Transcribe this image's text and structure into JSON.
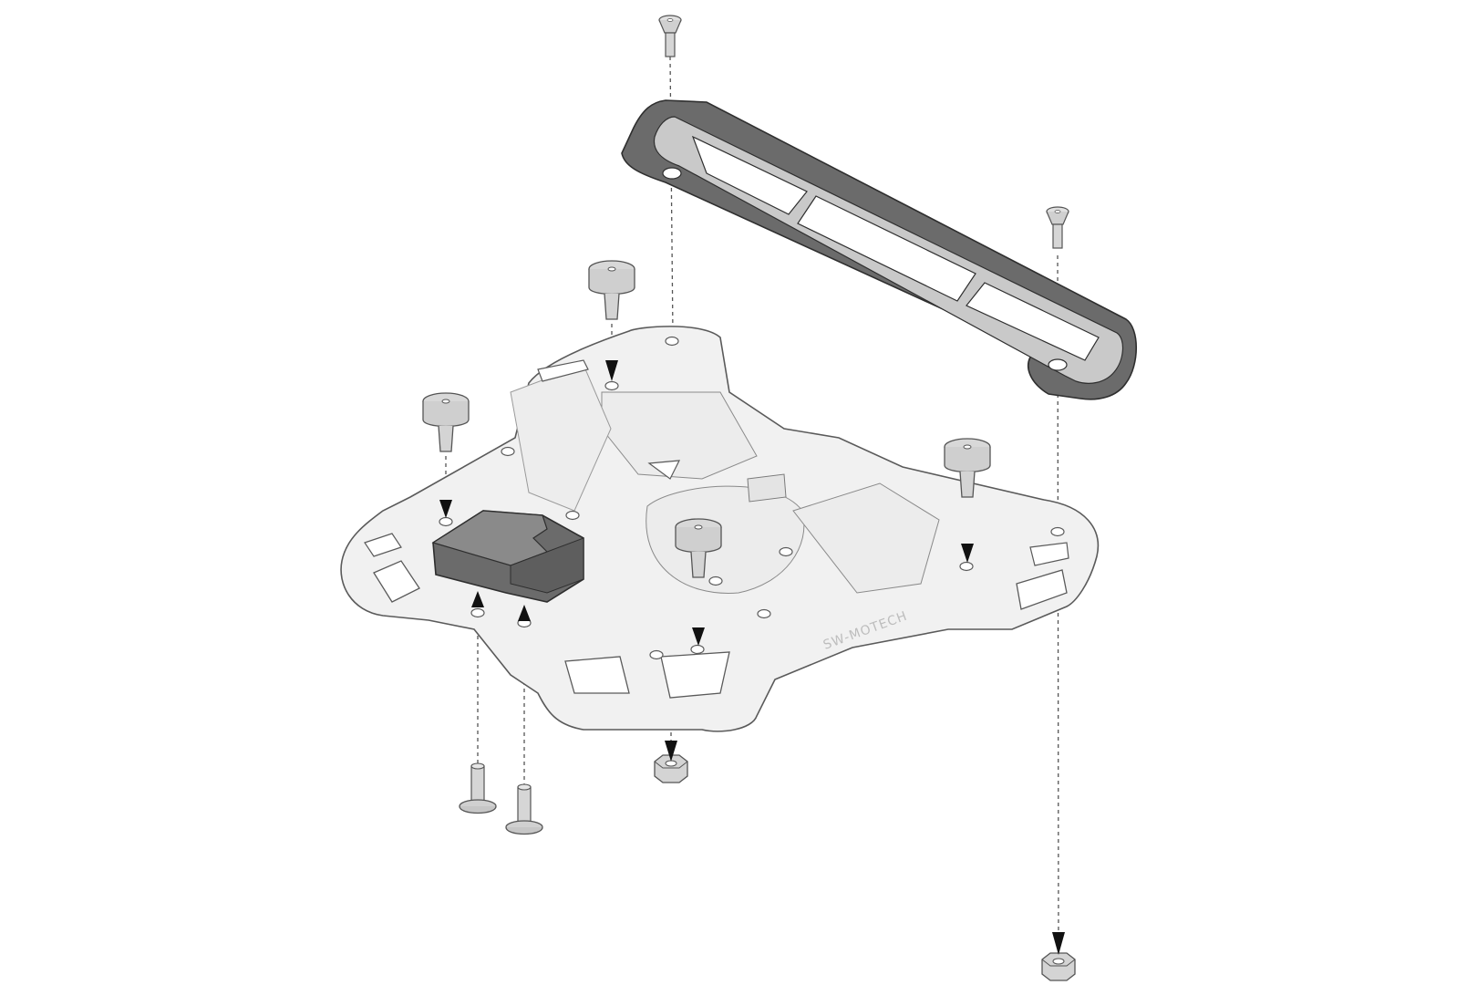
{
  "diagram": {
    "rack_logo_text": "SW-MOTECH",
    "rack_side_label_text": "",
    "colors": {
      "background": "#ffffff",
      "rack_fill": "#f0f0f0",
      "rack_outline": "#5a5a5a",
      "dark_part": "#6b6b6b",
      "dark_part_outline": "#2e2e2e",
      "arrow": "#111111",
      "guide_line": "#555555",
      "hardware_fill": "#cfcfcf"
    },
    "parts": [
      {
        "name": "rack-plate",
        "icon": "rack-plate-icon"
      },
      {
        "name": "adapter-bracket",
        "icon": "bracket-icon"
      },
      {
        "name": "lock-block",
        "icon": "lock-block-icon"
      },
      {
        "name": "rubber-bumper",
        "icon": "bumper-icon",
        "count": 4
      },
      {
        "name": "countersunk-screw",
        "icon": "screw-icon",
        "count": 2
      },
      {
        "name": "button-head-screw",
        "icon": "screw-icon",
        "count": 2
      },
      {
        "name": "hex-nut",
        "icon": "nut-icon",
        "count": 2
      }
    ]
  }
}
